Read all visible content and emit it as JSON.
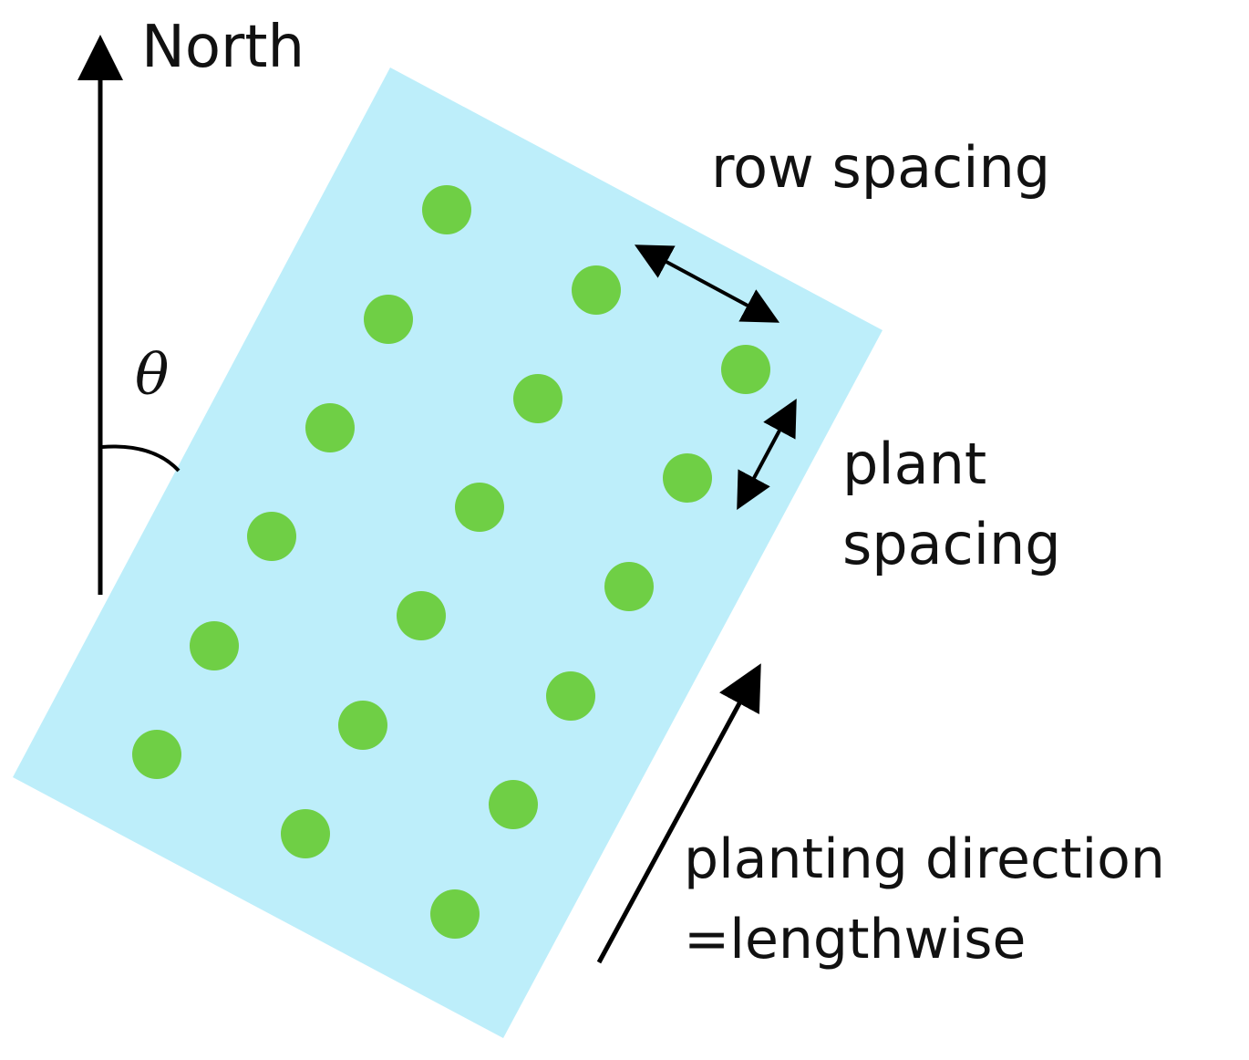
{
  "labels": {
    "north": "North",
    "theta": "θ",
    "row_spacing": "row spacing",
    "plant_spacing_line1": "plant",
    "plant_spacing_line2": "spacing",
    "planting_direction_line1": "planting direction",
    "planting_direction_line2": "=lengthwise"
  },
  "colors": {
    "field": "#bdeefa",
    "plant": "#6fcf45",
    "ink": "#000000"
  }
}
